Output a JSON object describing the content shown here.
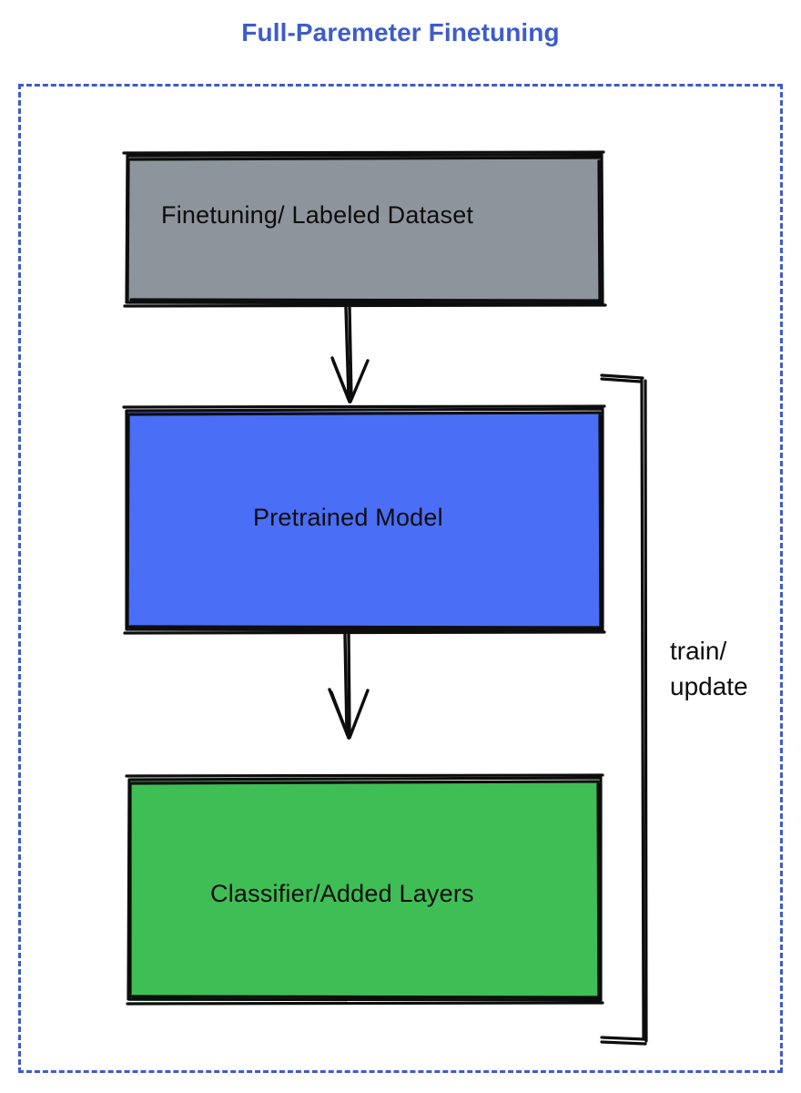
{
  "title": "Full-Paremeter Finetuning",
  "colors": {
    "title_blue": "#3d5ccc",
    "frame_blue": "#3d5ccc",
    "dataset_gray": "#8e949b",
    "pretrained_blue": "#4a6ef5",
    "classifier_green": "#3fbe55",
    "stroke_black": "#0d0d0d",
    "background": "#ffffff"
  },
  "frame": {
    "name": "full-parameter-finetuning-group",
    "style": "dashed"
  },
  "nodes": [
    {
      "id": "dataset",
      "label": "Finetuning/ Labeled Dataset",
      "fill": "#8e949b"
    },
    {
      "id": "pretrained",
      "label": "Pretrained Model",
      "fill": "#4a6ef5"
    },
    {
      "id": "classifier",
      "label": "Classifier/Added Layers",
      "fill": "#3fbe55"
    }
  ],
  "edges": [
    {
      "id": "dataset-to-pretrained",
      "from": "dataset",
      "to": "pretrained",
      "label": "",
      "arrow": "down"
    },
    {
      "id": "pretrained-to-classifier",
      "from": "pretrained",
      "to": "classifier",
      "label": "",
      "arrow": "down"
    },
    {
      "id": "classifier-to-pretrained-feedback",
      "from": "classifier",
      "to": "pretrained",
      "label": "train/\nupdate",
      "arrow": "bracket"
    }
  ],
  "edge_labels": {
    "train_update": "train/\nupdate"
  }
}
